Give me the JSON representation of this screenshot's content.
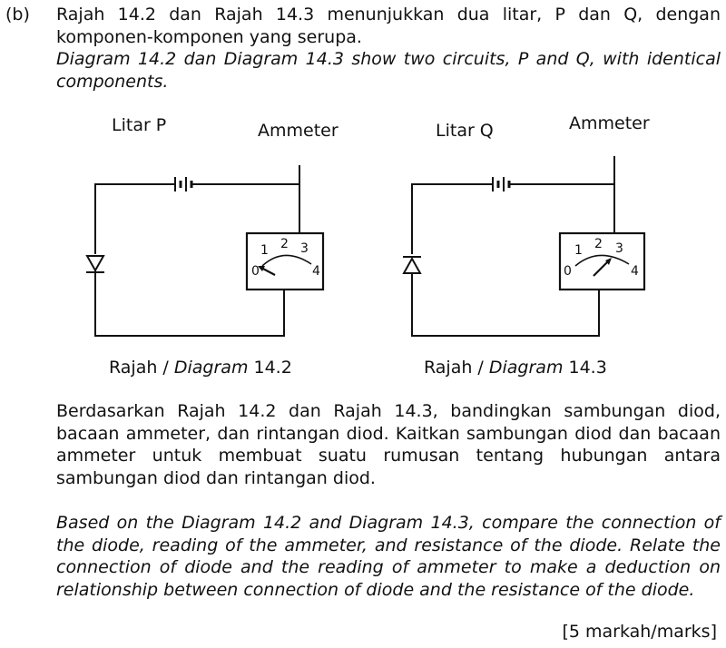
{
  "question": {
    "label": "(b)",
    "intro_ms": "Rajah 14.2 dan Rajah 14.3 menunjukkan dua litar, P dan Q, dengan komponen-komponen yang serupa.",
    "intro_en": "Diagram 14.2 dan Diagram 14.3 show two circuits, P and Q, with identical components.",
    "task_ms": "Berdasarkan Rajah 14.2 dan Rajah 14.3, bandingkan sambungan diod, bacaan ammeter, dan rintangan diod. Kaitkan sambungan diod dan bacaan ammeter untuk membuat suatu rumusan tentang hubungan antara sambungan diod dan rintangan diod.",
    "task_en": "Based on the Diagram 14.2 and Diagram 14.3, compare the connection of the diode, reading of the ammeter, and resistance of the diode. Relate the connection of diode and the reading of ammeter to make a deduction on relationship between connection of diode and the resistance of the diode.",
    "marks": "[5 markah/marks]"
  },
  "circuits": [
    {
      "title": "Litar P",
      "ammeter_label": "Ammeter",
      "caption_prefix": "Rajah / ",
      "caption_italic": "Diagram",
      "caption_number": " 14.2",
      "diode_direction": "pointing-down",
      "scale": [
        "0",
        "1",
        "2",
        "3",
        "4"
      ]
    },
    {
      "title": "Litar Q",
      "ammeter_label": "Ammeter",
      "caption_prefix": "Rajah / ",
      "caption_italic": "Diagram",
      "caption_number": " 14.3",
      "diode_direction": "pointing-up",
      "scale": [
        "0",
        "1",
        "2",
        "3",
        "4"
      ]
    }
  ]
}
